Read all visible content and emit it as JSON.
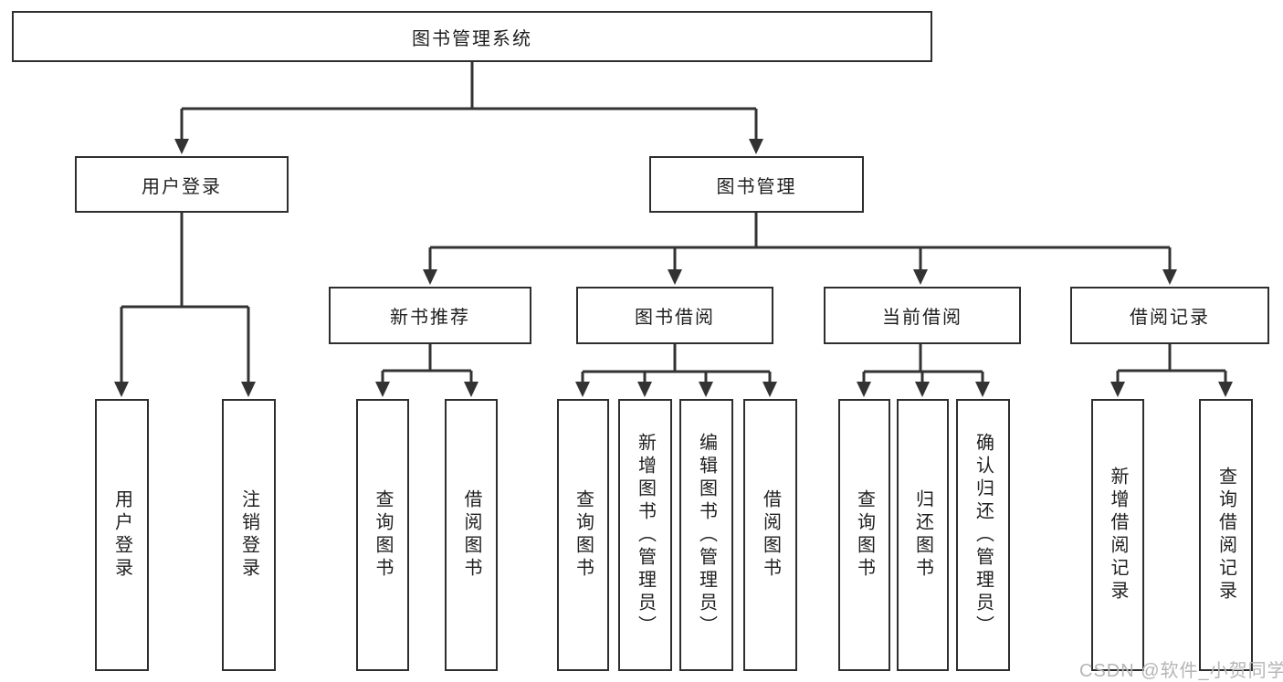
{
  "colors": {
    "line": "#333333",
    "border": "#2e2e2e",
    "text": "#1f1f1f",
    "background": "#ffffff",
    "watermark": "#b5b5b5"
  },
  "watermark": {
    "text": "CSDN @软件_小贺同学"
  },
  "diagram": {
    "type": "tree",
    "root": {
      "label": "图书管理系统"
    },
    "level1": [
      {
        "label": "用户登录",
        "leaves": [
          {
            "label": "用户登录"
          },
          {
            "label": "注销登录"
          }
        ]
      },
      {
        "label": "图书管理",
        "groups": [
          {
            "label": "新书推荐",
            "leaves": [
              {
                "label": "查询图书"
              },
              {
                "label": "借阅图书"
              }
            ]
          },
          {
            "label": "图书借阅",
            "leaves": [
              {
                "label": "查询图书"
              },
              {
                "label": "新增图书（管理员）"
              },
              {
                "label": "编辑图书（管理员）"
              },
              {
                "label": "借阅图书"
              }
            ]
          },
          {
            "label": "当前借阅",
            "leaves": [
              {
                "label": "查询图书"
              },
              {
                "label": "归还图书"
              },
              {
                "label": "确认归还（管理员）"
              }
            ]
          },
          {
            "label": "借阅记录",
            "leaves": [
              {
                "label": "新增借阅记录"
              },
              {
                "label": "查询借阅记录"
              }
            ]
          }
        ]
      }
    ]
  }
}
